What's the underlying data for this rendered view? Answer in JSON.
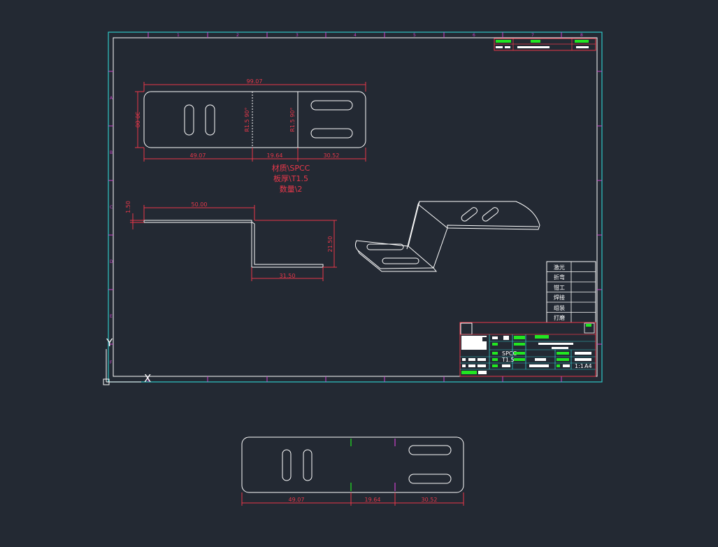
{
  "drawing": {
    "colors": {
      "background": "#232933",
      "frame": "#2fc7c7",
      "outline": "#ffffff",
      "dimension": "#e8384a",
      "green": "#22e622",
      "magenta": "#cc44cc"
    },
    "flat_pattern": {
      "overall_width": "99.07",
      "height": "30.00",
      "seg1": "49.07",
      "seg2": "19.64",
      "seg3": "30.52",
      "bend_note_a": "R1.5 90°",
      "bend_note_b": "R1.5 90°"
    },
    "notes": {
      "material": "材质\\SPCC",
      "thickness": "板厚\\T1.5",
      "quantity": "数量\\2"
    },
    "side_view": {
      "thickness": "1.50",
      "top_length": "50.00",
      "height": "21.50",
      "bottom_length": "31.50"
    },
    "process_table": [
      "激光",
      "折弯",
      "钳工",
      "焊接",
      "组装",
      "打磨"
    ],
    "bottom_view": {
      "seg1": "49.07",
      "seg2": "19.64",
      "seg3": "30.52"
    },
    "titleblock": {
      "material": "SPCC",
      "thickness": "T1.5",
      "scale": "1:1",
      "sheet": "A4"
    },
    "ucs": {
      "x_label": "X",
      "y_label": "Y"
    },
    "frame_ticks": {
      "top": [
        "1",
        "2",
        "3",
        "4",
        "5",
        "6",
        "7",
        "8"
      ],
      "side": [
        "A",
        "B",
        "C",
        "D",
        "E",
        "F"
      ]
    }
  }
}
